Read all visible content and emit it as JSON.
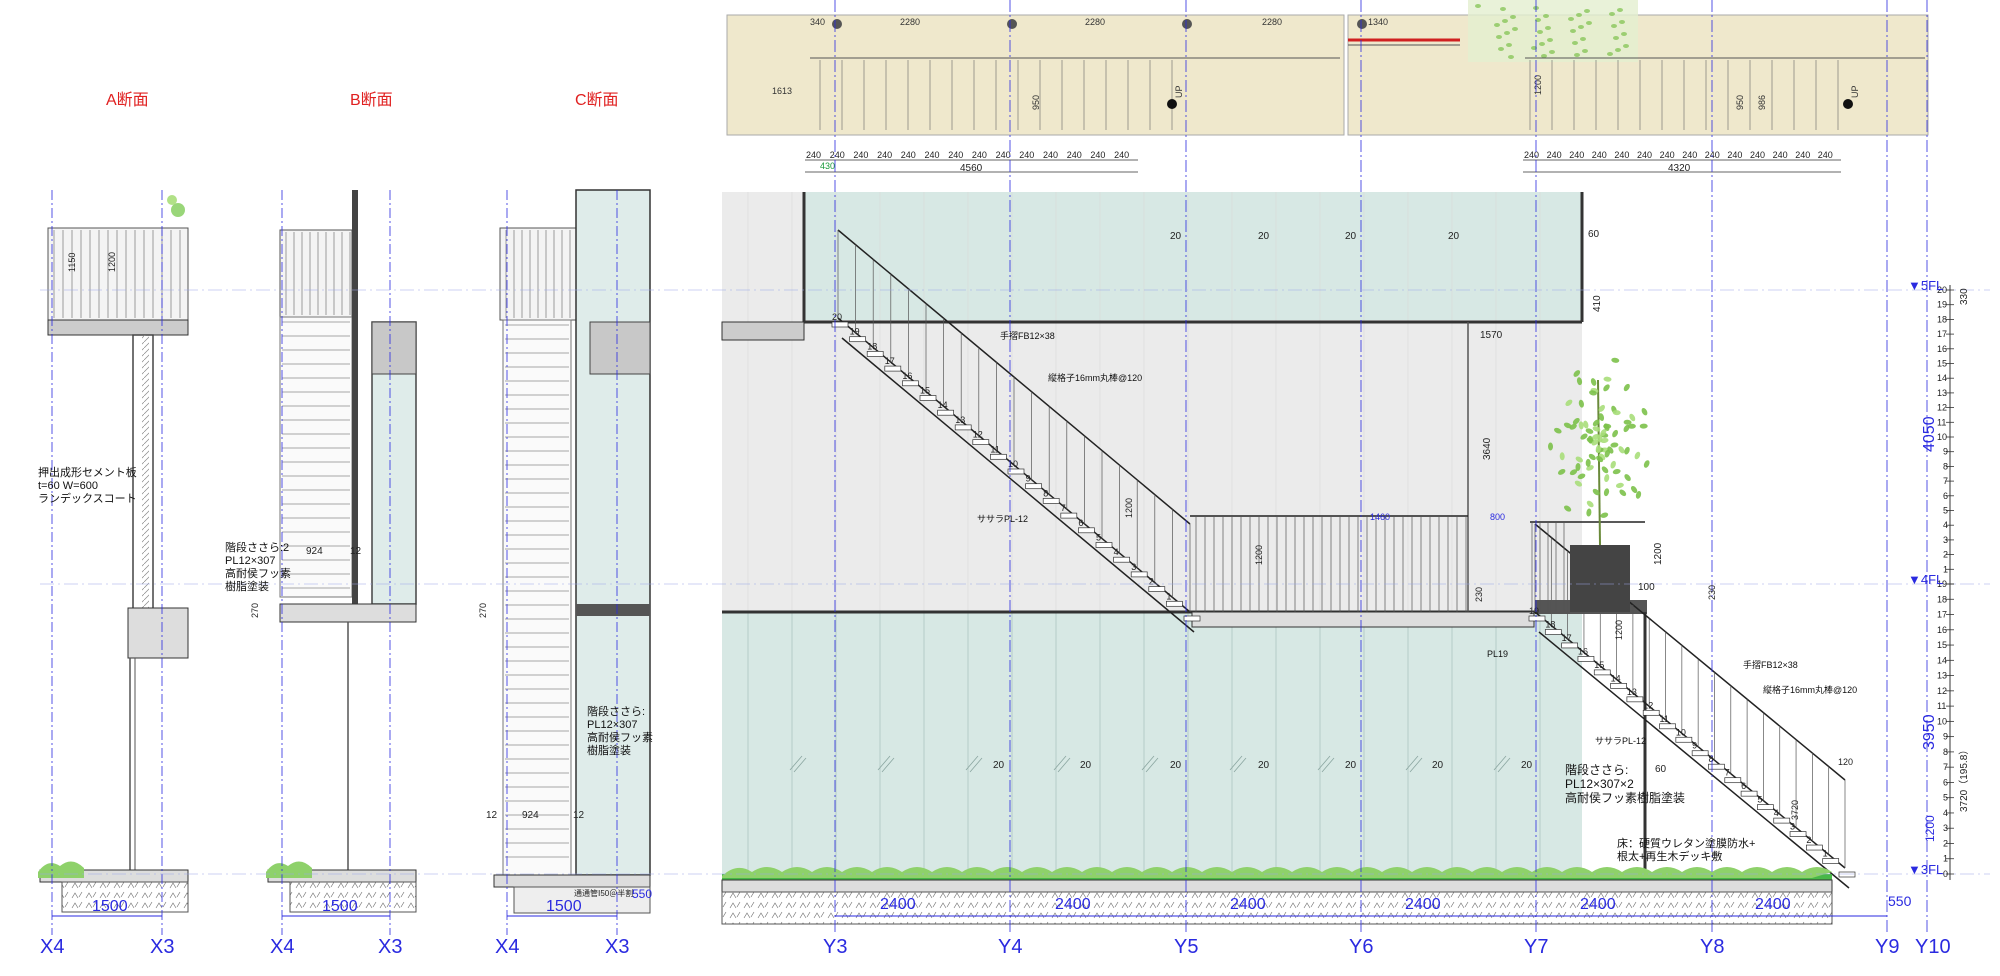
{
  "sections": {
    "a_title": "A断面",
    "b_title": "B断面",
    "c_title": "C断面"
  },
  "notes": {
    "cement_board": "押出成形セメント板\nt=60 W=600\nランデックスコート",
    "b_stringer": "階段ささら:2\nPL12×307\n高耐侯フッ素\n樹脂塗装",
    "c_stringer": "階段ささら:\nPL12×307\n高耐侯フッ素\n樹脂塗装",
    "main_stringer": "階段ささら:\nPL12×307×2\n高耐侯フッ素樹脂塗装",
    "floor": "床：硬質ウレタン塗膜防水+\n根太+再生木デッキ敷",
    "handrail_upper": "手摺FB12×38",
    "baluster_upper": "縦格子16mm丸棒@120",
    "sasara_upper": "ササラPL-12",
    "handrail_lower": "手摺FB12×38",
    "baluster_lower": "縦格子16mm丸棒@120",
    "sasara_lower": "ササラPL-12",
    "pl19": "PL19",
    "drain": "通通管Ⅰ50＠半割"
  },
  "floor_levels": {
    "fl5": "▼5FL",
    "fl4": "▼4FL",
    "fl3": "▼3FL"
  },
  "grid": {
    "x4": "X4",
    "x3": "X3",
    "y3": "Y3",
    "y4": "Y4",
    "y5": "Y5",
    "y6": "Y6",
    "y7": "Y7",
    "y8": "Y8",
    "y9": "Y9",
    "y10": "Y10"
  },
  "dims": {
    "span_1500": "1500",
    "span_2400": "2400",
    "span_550": "550",
    "plan_total_left": "4560",
    "plan_total_right": "4320",
    "plan_tread": "240",
    "plan_430": "430",
    "plan_2280": "2280",
    "plan_1340": "1340",
    "plan_340": "340",
    "plan_1613": "1613",
    "plan_1200": "1200",
    "plan_950": "950",
    "plan_986": "986",
    "plan_up": "UP",
    "h4050": "4050",
    "h3950": "3950",
    "h1200": "1200",
    "h3720": "3720（195.8）",
    "h330": "330",
    "h1570": "1570",
    "h3640": "3640",
    "h1460": "1460",
    "h800": "800",
    "h410": "410",
    "h60": "60",
    "h20": "20",
    "h230": "230",
    "h100": "100",
    "h924": "924",
    "h12": "12",
    "h270": "270",
    "h1150": "1150",
    "h3720b": "3720"
  },
  "colors": {
    "title_red": "#e02020",
    "grid_blue": "#2a2ae0",
    "glass": "#d5e6e3",
    "wall": "#e6e6e6",
    "plan_bg": "#efe8cc",
    "green": "#7cc14a",
    "dark": "#333333"
  },
  "icons": {
    "tree": "tree-icon",
    "glass-reflection": "glass-reflection-icon"
  }
}
